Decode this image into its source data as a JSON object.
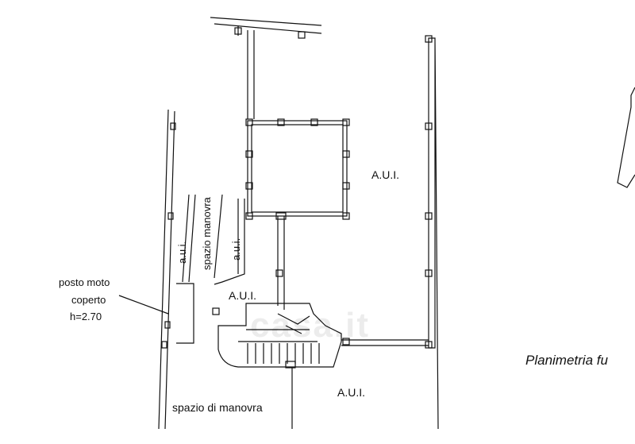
{
  "labels": {
    "aui_top": "A.U.I.",
    "aui_middle": "A.U.I.",
    "aui_bottom": "A.U.I.",
    "aui_left_vertical": "a.u.i.",
    "aui_right_vertical": "a.u.i.",
    "spazio_manovra_vertical": "spazio manovra",
    "posto_moto_line1": "posto moto",
    "posto_moto_line2": "coperto",
    "posto_moto_line3": "h=2.70",
    "spazio_di_manovra": "spazio di manovra",
    "planimetria": "Planimetria fu"
  },
  "watermark": "casa.it",
  "colors": {
    "line": "#111111",
    "watermark": "#000000"
  }
}
